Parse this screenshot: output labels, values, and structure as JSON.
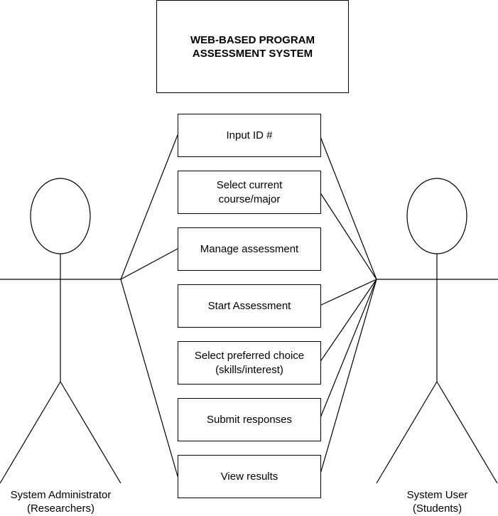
{
  "system": {
    "title": "WEB-BASED PROGRAM\nASSESSMENT SYSTEM"
  },
  "use_cases": [
    {
      "id": "input-id",
      "label": "Input ID #"
    },
    {
      "id": "select-course",
      "label": "Select current\ncourse/major"
    },
    {
      "id": "manage-assessment",
      "label": "Manage assessment"
    },
    {
      "id": "start-assessment",
      "label": "Start Assessment"
    },
    {
      "id": "select-choice",
      "label": "Select preferred choice\n(skills/interest)"
    },
    {
      "id": "submit-responses",
      "label": "Submit responses"
    },
    {
      "id": "view-results",
      "label": "View results"
    }
  ],
  "actors": {
    "admin": {
      "label": "System Administrator\n(Researchers)"
    },
    "user": {
      "label": "System User\n(Students)"
    }
  }
}
